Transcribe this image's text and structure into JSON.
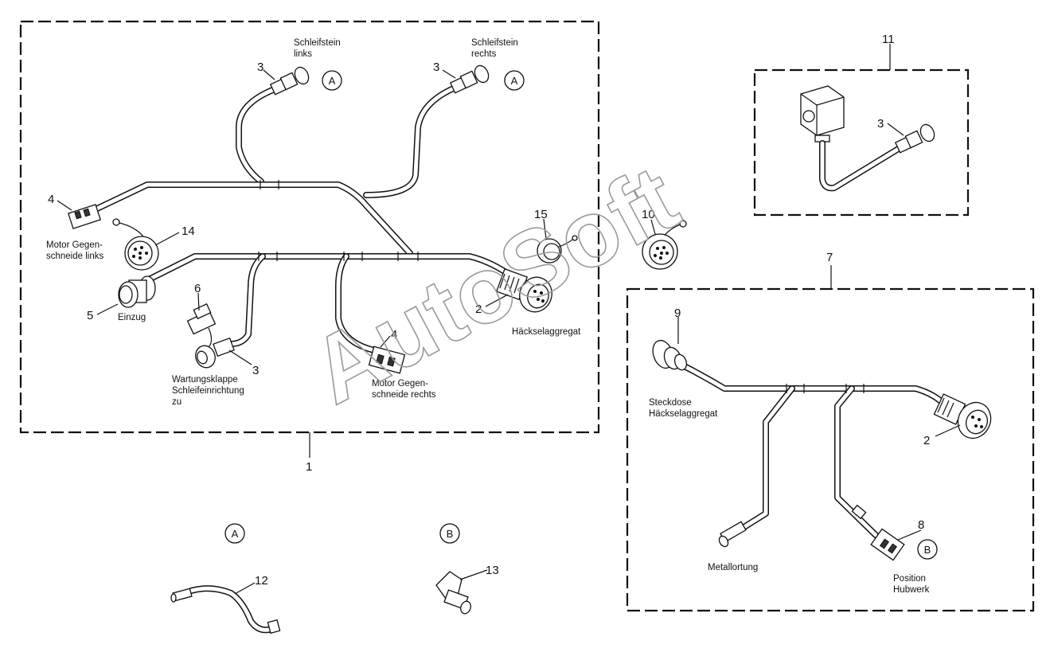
{
  "watermark": "AutoSoft",
  "labels": {
    "schleifstein_links": [
      "Schleifstein",
      "links"
    ],
    "schleifstein_rechts": [
      "Schleifstein",
      "rechts"
    ],
    "motor_links": [
      "Motor Gegen-",
      "schneide links"
    ],
    "einzug": "Einzug",
    "wartungsklappe": [
      "Wartungsklappe",
      "Schleifeinrichtung",
      "zu"
    ],
    "motor_rechts": [
      "Motor Gegen-",
      "schneide rechts"
    ],
    "haeckselaggregat": "Häckselaggregat",
    "steckdose": [
      "Steckdose",
      "Häckselaggregat"
    ],
    "metallortung": "Metallortung",
    "position_hubwerk": [
      "Position",
      "Hubwerk"
    ]
  },
  "callouts": {
    "n1": "1",
    "n2a": "2",
    "n2b": "2",
    "n3a": "3",
    "n3b": "3",
    "n3c": "3",
    "n3d": "3",
    "n4a": "4",
    "n4b": "4",
    "n5": "5",
    "n6": "6",
    "n7": "7",
    "n8": "8",
    "n9": "9",
    "n10": "10",
    "n11": "11",
    "n12": "12",
    "n13": "13",
    "n14": "14",
    "n15": "15"
  },
  "circle_refs": {
    "a1": "A",
    "a2": "A",
    "a3": "A",
    "b1": "B",
    "b2": "B"
  }
}
